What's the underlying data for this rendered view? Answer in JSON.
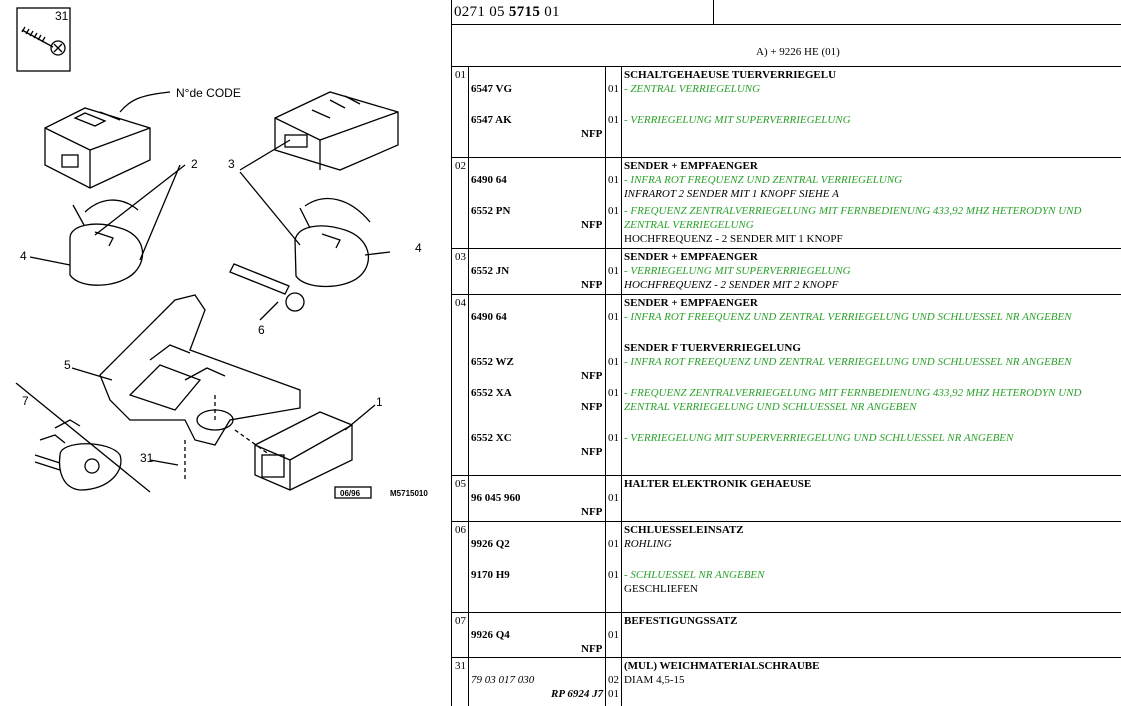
{
  "header": {
    "part_prefix": "0271 05",
    "part_bold": "5715",
    "part_suffix": "01",
    "variant": "A) + 9226 HE (01)"
  },
  "diagram": {
    "callout_screw": "31",
    "code_label": "N°de CODE",
    "labels": [
      "1",
      "2",
      "3",
      "4",
      "4",
      "5",
      "6",
      "7",
      "31"
    ],
    "date_box": "06/96",
    "ref": "M5715010"
  },
  "groups": [
    {
      "no": "01",
      "title": "SCHALTGEHAEUSE TUERVERRIEGELU"
    },
    {
      "no": "02",
      "title": "SENDER + EMPFAENGER"
    },
    {
      "no": "03",
      "title": "SENDER + EMPFAENGER"
    },
    {
      "no": "04",
      "title": "SENDER + EMPFAENGER"
    },
    {
      "no": "05",
      "title": "HALTER ELEKTRONIK GEHAEUSE"
    },
    {
      "no": "06",
      "title": "SCHLUESSELEINSATZ"
    },
    {
      "no": "07",
      "title": "BEFESTIGUNGSSATZ"
    },
    {
      "no": "31",
      "title": "(MUL) WEICHMATERIALSCHRAUBE"
    }
  ],
  "rows": [
    {
      "ref": "6547 VG",
      "qty": "01",
      "desc": "- ZENTRAL VERRIEGELUNG"
    },
    {
      "ref": "6547 AK",
      "qty": "01",
      "desc": "- VERRIEGELUNG MIT SUPERVERRIEGELUNG",
      "nfp": "NFP"
    },
    {
      "ref": "6490 64",
      "qty": "01",
      "desc": "- INFRA ROT FREQUENZ UND ZENTRAL VERRIEGELUNG",
      "note": "INFRAROT 2 SENDER MIT 1 KNOPF SIEHE A"
    },
    {
      "ref": "6552 PN",
      "qty": "01",
      "desc": "- FREQUENZ ZENTRALVERRIEGELUNG MIT FERNBEDIENUNG 433,92 MHZ HETERODYN UND",
      "desc2": "ZENTRAL VERRIEGELUNG",
      "note": "HOCHFREQUENZ - 2 SENDER MIT 1 KNOPF",
      "nfp": "NFP"
    },
    {
      "ref": "6552 JN",
      "qty": "01",
      "desc": "- VERRIEGELUNG MIT SUPERVERRIEGELUNG",
      "note": "HOCHFREQUENZ - 2 SENDER MIT 2 KNOPF",
      "nfp": "NFP"
    },
    {
      "ref": "6490 64",
      "qty": "01",
      "desc": "- INFRA ROT FREEQUENZ UND ZENTRAL VERRIEGELUNG UND SCHLUESSEL NR ANGEBEN"
    },
    {
      "ref": "6552 WZ",
      "qty": "01",
      "title": "SENDER F TUERVERRIEGELUNG",
      "desc": "- INFRA ROT FREEQUENZ UND ZENTRAL VERRIEGELUNG UND SCHLUESSEL NR ANGEBEN",
      "nfp": "NFP"
    },
    {
      "ref": "6552 XA",
      "qty": "01",
      "desc": "- FREQUENZ ZENTRALVERRIEGELUNG MIT FERNBEDIENUNG 433,92 MHZ HETERODYN UND",
      "desc2": "ZENTRAL VERRIEGELUNG UND SCHLUESSEL NR ANGEBEN",
      "nfp": "NFP"
    },
    {
      "ref": "6552 XC",
      "qty": "01",
      "desc": "- VERRIEGELUNG MIT SUPERVERRIEGELUNG UND SCHLUESSEL NR ANGEBEN",
      "nfp": "NFP"
    },
    {
      "ref": "96 045 960",
      "qty": "01",
      "nfp": "NFP"
    },
    {
      "ref": "9926 Q2",
      "qty": "01",
      "note": "ROHLING"
    },
    {
      "ref": "9170 H9",
      "qty": "01",
      "desc": "- SCHLUESSEL NR ANGEBEN",
      "note": "GESCHLIEFEN"
    },
    {
      "ref": "9926 Q4",
      "qty": "01",
      "nfp": "NFP"
    },
    {
      "ref": "79 03 017 030",
      "qty": "02",
      "note": "DIAM 4,5-15",
      "ref2": "RP 6924 J7",
      "qty2": "01"
    }
  ]
}
